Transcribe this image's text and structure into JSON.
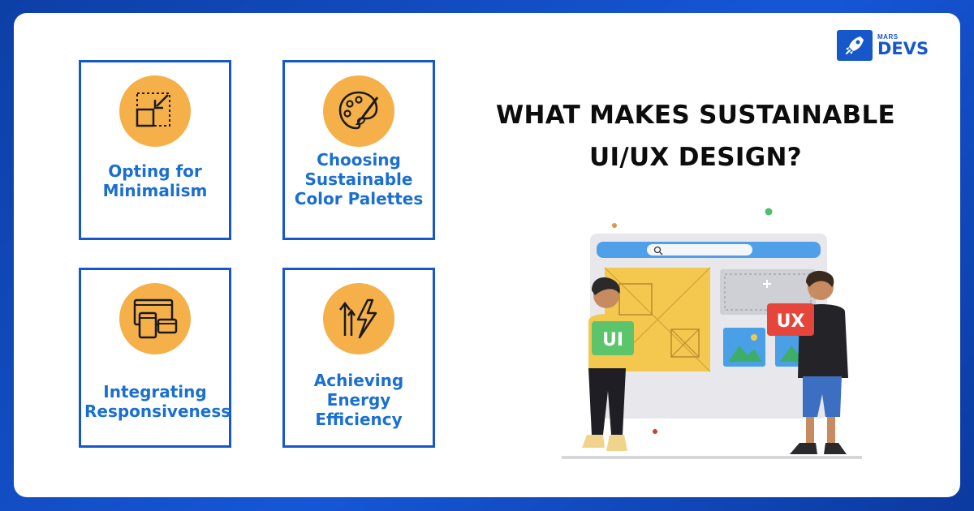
{
  "brand": {
    "small": "MARS",
    "name": "DEVS",
    "icon": "rocket-icon"
  },
  "headline": {
    "line1": "WHAT MAKES SUSTAINABLE",
    "line2": "UI/UX DESIGN?"
  },
  "cards": [
    {
      "icon": "minimize-arrow-icon",
      "line1": "Opting for",
      "line2": "Minimalism",
      "line3": ""
    },
    {
      "icon": "palette-brush-icon",
      "line1": "Choosing",
      "line2": "Sustainable",
      "line3": "Color Palettes"
    },
    {
      "icon": "responsive-windows-icon",
      "line1": "Integrating",
      "line2": "Responsiveness",
      "line3": ""
    },
    {
      "icon": "energy-bolt-icon",
      "line1": "Achieving",
      "line2": "Energy",
      "line3": "Efficiency"
    }
  ],
  "illustration": {
    "ui_sign": "UI",
    "ux_sign": "UX"
  },
  "colors": {
    "background": "#1656d6",
    "accent_blue": "#1657c9",
    "label_blue": "#1a6fd0",
    "icon_circle": "#f5b04a",
    "ui_sign": "#5cc56b",
    "ux_sign": "#e5453a"
  }
}
